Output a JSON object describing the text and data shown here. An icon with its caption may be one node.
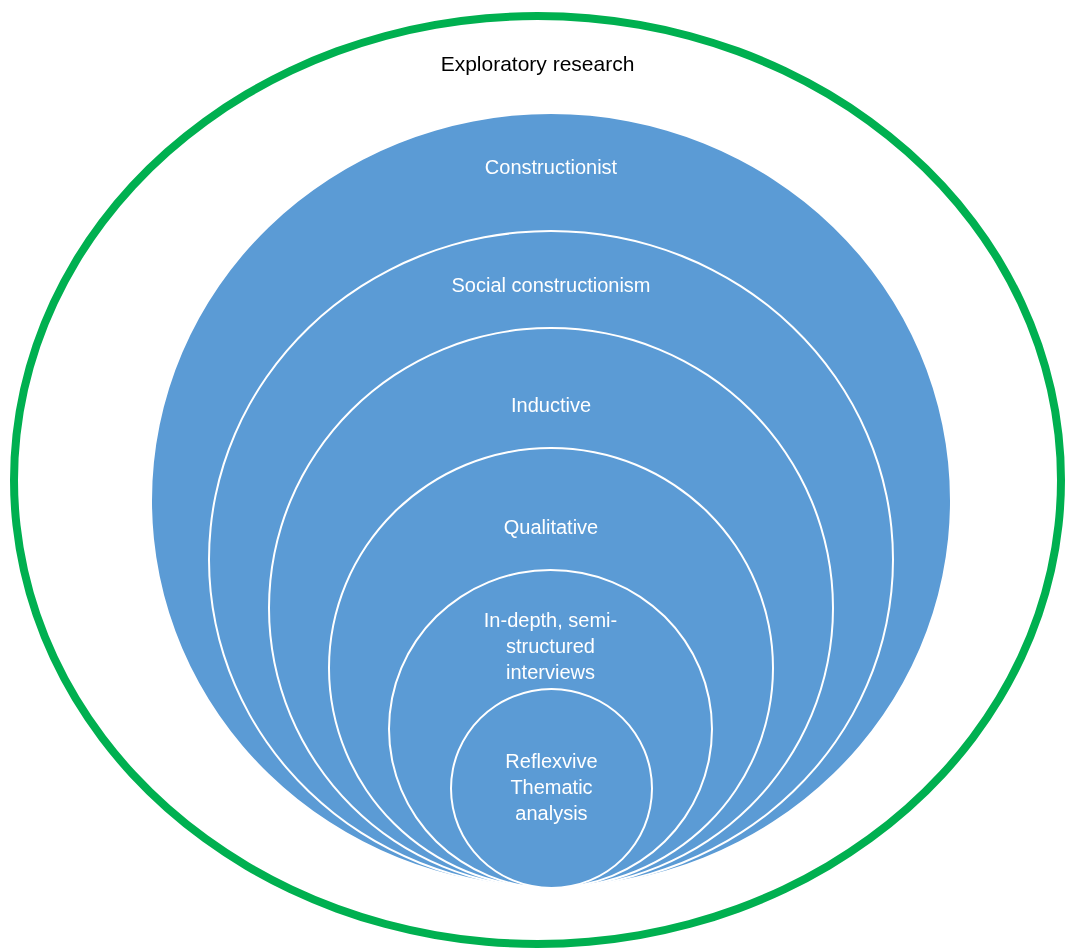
{
  "diagram": {
    "nodes": [
      {
        "text": [
          "Exploratory research"
        ]
      },
      {
        "text": [
          "Constructionist"
        ],
        "in": 0
      },
      {
        "text": [
          "Social constructionism"
        ],
        "in": 1
      },
      {
        "text": [
          "Inductive"
        ],
        "in": 2
      },
      {
        "text": [
          "Qualitative"
        ],
        "in": 3
      },
      {
        "text": [
          "In-depth, semi-structured interviews"
        ],
        "in": 4
      },
      {
        "text": [
          "Reflexvive Thematic analysis"
        ],
        "in": 5
      }
    ]
  }
}
